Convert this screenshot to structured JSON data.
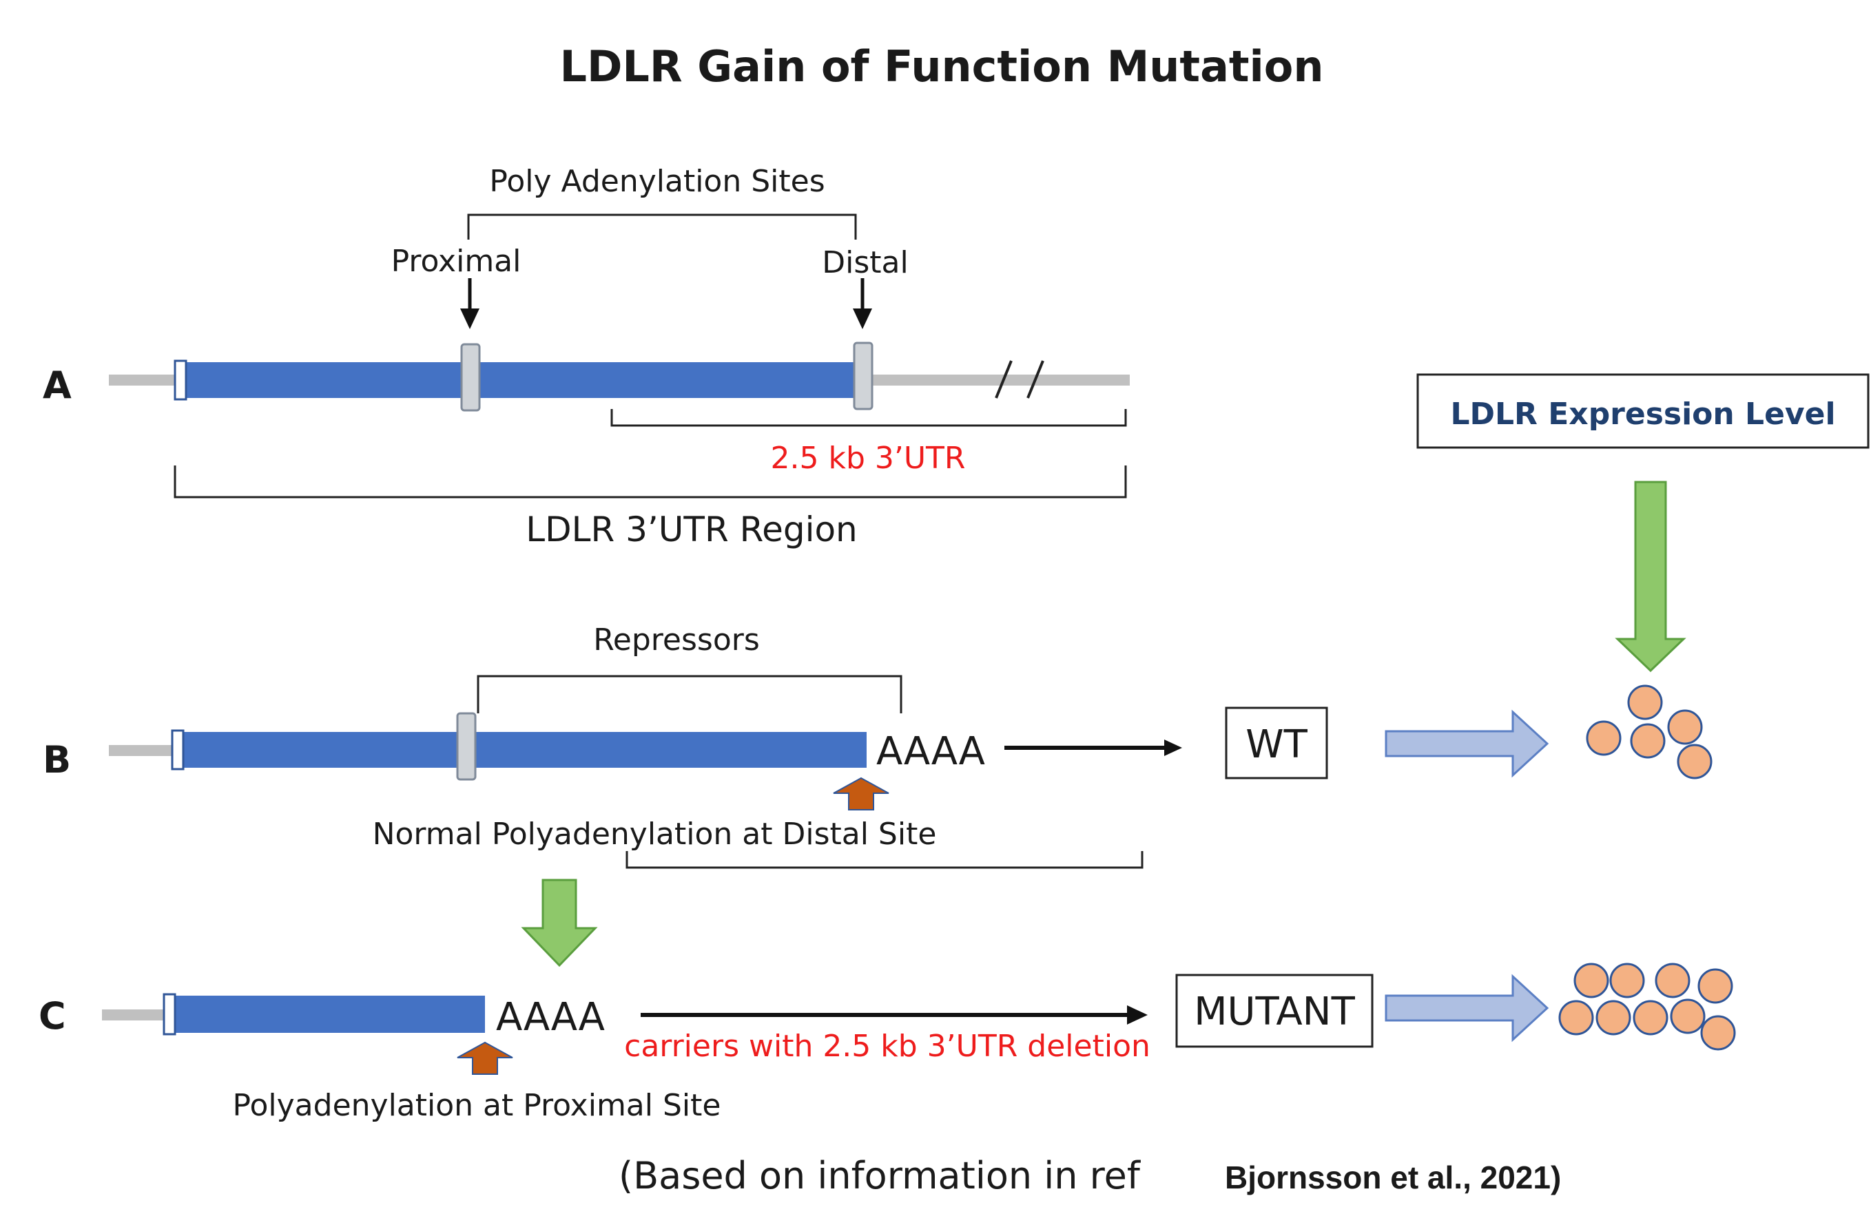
{
  "title": "LDLR Gain of Function Mutation",
  "rows": {
    "a": "A",
    "b": "B",
    "c": "C"
  },
  "panel_a": {
    "poly_sites_label": "Poly Adenylation Sites",
    "proximal_label": "Proximal",
    "distal_label": "Distal",
    "utr_length_label": "2.5 kb 3’UTR",
    "region_label": "LDLR 3’UTR Region"
  },
  "panel_b": {
    "repressors_label": "Repressors",
    "poly_a_tail": "AAAA",
    "polyadenylation_label": "Normal Polyadenylation at Distal Site",
    "result_label": "WT"
  },
  "panel_c": {
    "poly_a_tail": "AAAA",
    "polyadenylation_label": "Polyadenylation at Proximal Site",
    "deletion_label": "carriers with 2.5 kb 3’UTR deletion",
    "result_label": "MUTANT"
  },
  "expression_box_label": "LDLR Expression Level",
  "reference": {
    "prefix": "(Based on information in ref",
    "citation": "Bjornsson et al., 2021)"
  },
  "expression": {
    "wt_circles": 5,
    "mutant_circles": 9
  },
  "colors": {
    "gene_bar": "#4472c4",
    "backbone": "#c0c0c0",
    "site_marker": "#d0d4d8",
    "red_text": "#ee1c1c",
    "expression_title": "#1f3f6e",
    "green_arrow": "#8ec86a",
    "blue_arrow": "#aebfe2",
    "orange_arrow": "#c55a11",
    "circle_fill": "#f4b183",
    "circle_stroke": "#2f5597"
  }
}
